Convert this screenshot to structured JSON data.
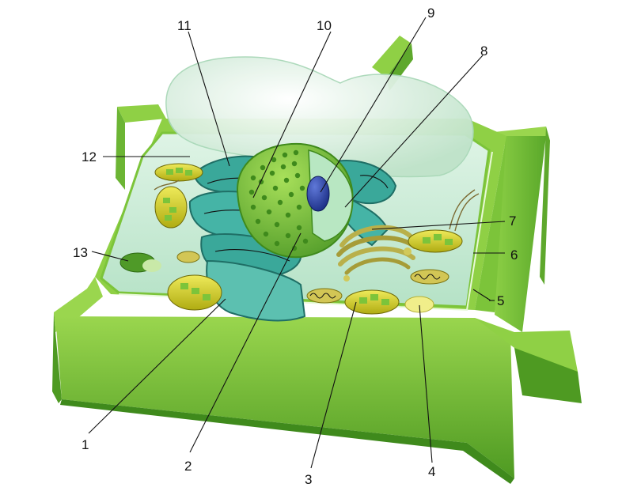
{
  "diagram": {
    "labels": {
      "n1": "1",
      "n2": "2",
      "n3": "3",
      "n4": "4",
      "n5": "5",
      "n6": "6",
      "n7": "7",
      "n8": "8",
      "n9": "9",
      "n10": "10",
      "n11": "11",
      "n12": "12",
      "n13": "13"
    }
  },
  "colors": {
    "cell_wall": "#7cc43a",
    "cell_wall_dark": "#4e9a22",
    "cytoplasm": "#cfeeda",
    "vacuole": "#e4f4ec",
    "nucleus": "#6fbf3a",
    "nucleolus": "#2a3f9e",
    "endoplasmic_reticulum": "#3aa89a",
    "chloroplast": "#d8d42a",
    "golgi": "#b9b04a"
  }
}
